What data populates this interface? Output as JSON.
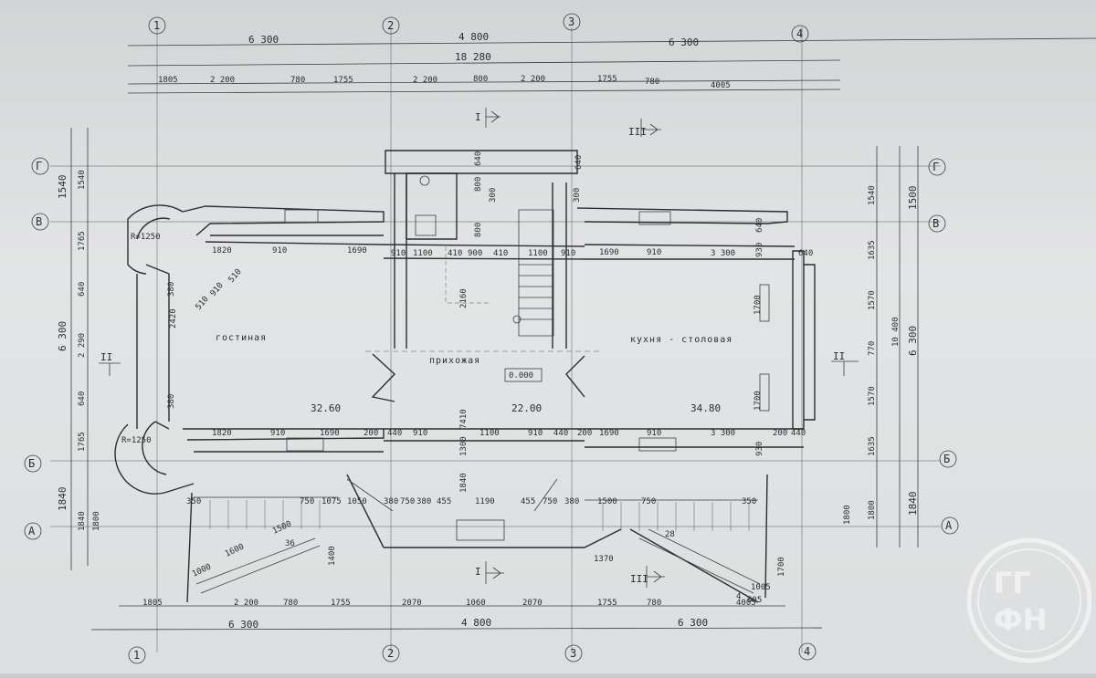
{
  "axes": {
    "columns": [
      "1",
      "2",
      "3",
      "4"
    ],
    "rows": [
      "Г",
      "В",
      "Б",
      "А"
    ]
  },
  "top_dims": {
    "spans": [
      "6 300",
      "4 800",
      "6 300"
    ],
    "total": "18 280",
    "segments": [
      "1805",
      "2 200",
      "780",
      "1755",
      "2 200",
      "800",
      "2 200",
      "1755",
      "780",
      "4005"
    ]
  },
  "bottom_dims": {
    "segments": [
      "1805",
      "2 200",
      "780",
      "1755",
      "2070",
      "1060",
      "2070",
      "1755",
      "780",
      "4005"
    ],
    "spans": [
      "6 300",
      "4 800",
      "6 300"
    ]
  },
  "left_dims": {
    "outer": [
      "1540",
      "6 300",
      "1840"
    ],
    "inner": [
      "1540",
      "1765",
      "640",
      "2 290",
      "640",
      "1765",
      "1840"
    ]
  },
  "right_dims": {
    "outer": [
      "1500",
      "6 300",
      "1840"
    ],
    "inner": [
      "1540",
      "1635",
      "1570",
      "770",
      "1570",
      "1635",
      "1800"
    ],
    "total": "10 400"
  },
  "rooms": {
    "living": {
      "label": "гостиная",
      "area": "32.60"
    },
    "hall": {
      "label": "прихожая",
      "area": "22.00",
      "level": "0.000"
    },
    "kitchen": {
      "label": "кухня - столовая",
      "area": "34.80"
    }
  },
  "radii": [
    "R=1250",
    "R=1250"
  ],
  "sections": [
    "I",
    "I",
    "II",
    "II",
    "III",
    "III"
  ],
  "interior_dims": {
    "upper": [
      "1820",
      "910",
      "1690",
      "910",
      "1100",
      "410",
      "900",
      "410",
      "1100",
      "910",
      "1690",
      "910",
      "3 300",
      "640"
    ],
    "lower": [
      "1820",
      "910",
      "1690",
      "200",
      "440",
      "910",
      "1100",
      "910",
      "440",
      "200",
      "1690",
      "910",
      "3 300",
      "200",
      "440"
    ],
    "vertical_mid": [
      "2160",
      "7410",
      "1300",
      "1840",
      "2420",
      "1700",
      "1700"
    ],
    "porch": [
      "350",
      "750",
      "1075",
      "1050",
      "380",
      "750",
      "380",
      "455",
      "1190",
      "455",
      "750",
      "380",
      "1500",
      "750",
      "350"
    ],
    "misc": [
      "800",
      "800",
      "640",
      "640",
      "300",
      "300",
      "380",
      "380",
      "510",
      "910",
      "510",
      "930",
      "930",
      "640",
      "1800",
      "1800",
      "1370",
      "1700",
      "4",
      "605",
      "36",
      "28",
      "1500",
      "1600",
      "1000",
      "1400",
      "1005"
    ]
  },
  "logo": {
    "text": "ГГФН"
  }
}
